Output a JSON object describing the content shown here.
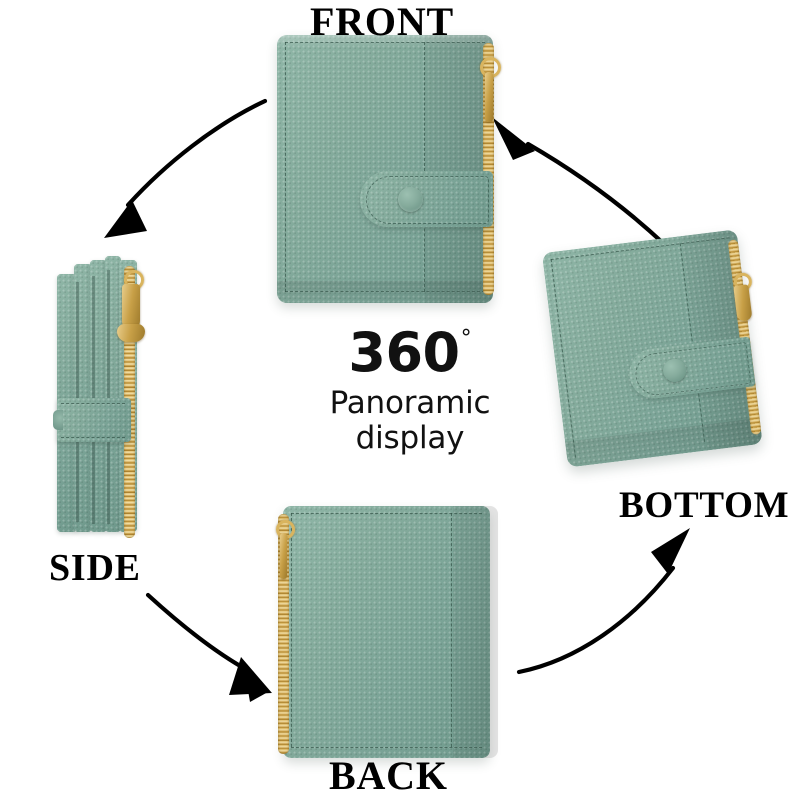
{
  "product": {
    "type": "womens-short-folding-wallet",
    "leather_texture": "pebbled-litchi-grain",
    "color_name": "sage-green",
    "colors": {
      "leather": "#7fa798",
      "leather_light": "#8fb6a7",
      "leather_dark": "#6f998c",
      "hardware_gold": "#d9b45e",
      "hardware_gold_dark": "#a87f2e",
      "stitching": "#345449",
      "background": "#ffffff",
      "text": "#000000"
    }
  },
  "center": {
    "number": "360",
    "degree_symbol": "°",
    "line1": "Panoramic",
    "line2": "display"
  },
  "views": [
    {
      "id": "front",
      "label": "FRONT",
      "description": "Front of closed wallet with snap-button flap closure and gold zipper on right edge",
      "features": [
        "snap-flap",
        "side-zipper",
        "pebbled-leather",
        "edge-stitching"
      ]
    },
    {
      "id": "side",
      "label": "SIDE",
      "description": "Side profile showing layered card compartments and full-length gold zipper",
      "features": [
        "layered-folds",
        "gold-zipper-pull",
        "snap-strap"
      ]
    },
    {
      "id": "back",
      "label": "BACK",
      "description": "Plain back panel with gold zipper along the left edge",
      "features": [
        "plain-panel",
        "left-zipper",
        "edge-stitching"
      ]
    },
    {
      "id": "bottom",
      "label": "BOTTOM",
      "description": "Angled three-quarter view from below showing snap flap and zipper pull",
      "features": [
        "snap-flap",
        "zipper-pull",
        "angled-perspective"
      ]
    }
  ],
  "arrows": [
    {
      "id": "front-to-side",
      "from": "FRONT",
      "to": "SIDE",
      "direction": "down-left",
      "icon": "curved-arrow-icon"
    },
    {
      "id": "side-to-back",
      "from": "SIDE",
      "to": "BACK",
      "direction": "down-right",
      "icon": "curved-arrow-icon"
    },
    {
      "id": "back-to-bottom",
      "from": "BACK",
      "to": "BOTTOM",
      "direction": "up-right",
      "icon": "curved-arrow-icon"
    },
    {
      "id": "bottom-to-front",
      "from": "BOTTOM",
      "to": "FRONT",
      "direction": "up-left",
      "icon": "curved-arrow-icon"
    }
  ]
}
